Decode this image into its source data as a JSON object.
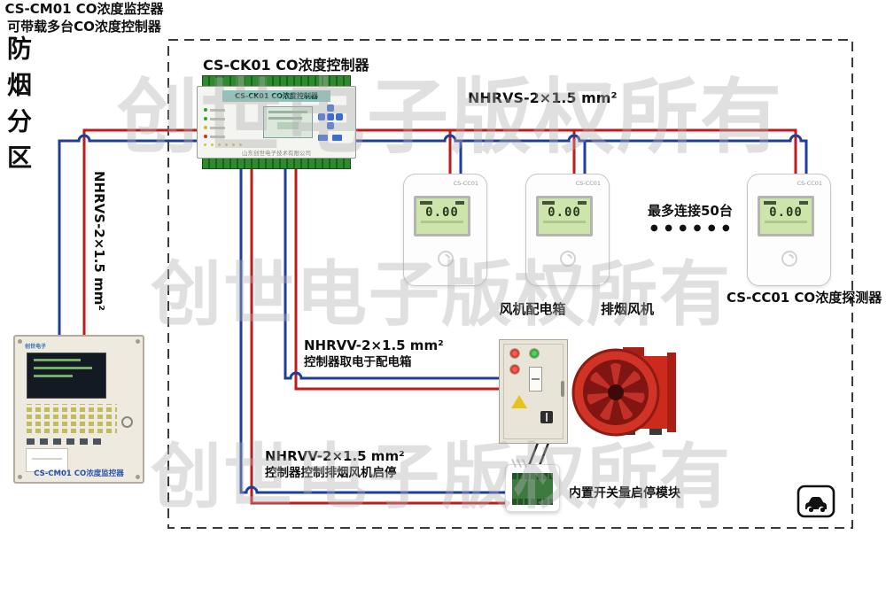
{
  "colors": {
    "wire_red": "#c21a1a",
    "wire_blue": "#1e3e9c",
    "cable_dark": "#2b2b2b",
    "boundary": "#3a3a3a",
    "fan_red": "#cd2a1e"
  },
  "watermark": {
    "text": "创世电子版权所有"
  },
  "controller": {
    "caption": "CS-CK01 CO浓度控制器",
    "header": "CS-CK01 CO浓度控制器",
    "footer": "山东创世电子技术有限公司"
  },
  "wire_labels": {
    "nhrvs_top": "NHRVS-2×1.5 mm²",
    "nhrvs_left": "NHRVS-2×1.5 mm²",
    "nhrvv_power_line1": "NHRVV-2×1.5 mm²",
    "nhrvv_power_line2": "控制器取电于配电箱",
    "nhrvv_control_line1": "NHRVV-2×1.5 mm²",
    "nhrvv_control_line2": "控制器控制排烟风机启停"
  },
  "detectors": {
    "model": "CS-CC01",
    "lcd_value": "0.00",
    "max_connect": "最多连接50台",
    "dots": "● ● ● ● ● ●",
    "caption": "CS-CC01 CO浓度探测器"
  },
  "equipment": {
    "fan_box_caption": "风机配电箱",
    "fan_caption": "排烟风机",
    "module_caption": "内置开关量启停模块"
  },
  "monitor": {
    "logo": "创世电子",
    "panel_label": "CS-CM01 CO浓度监控器",
    "caption_line1": "CS-CM01 CO浓度监控器",
    "caption_line2": "可带载多台CO浓度控制器"
  },
  "zone": {
    "label": "防烟分区"
  }
}
